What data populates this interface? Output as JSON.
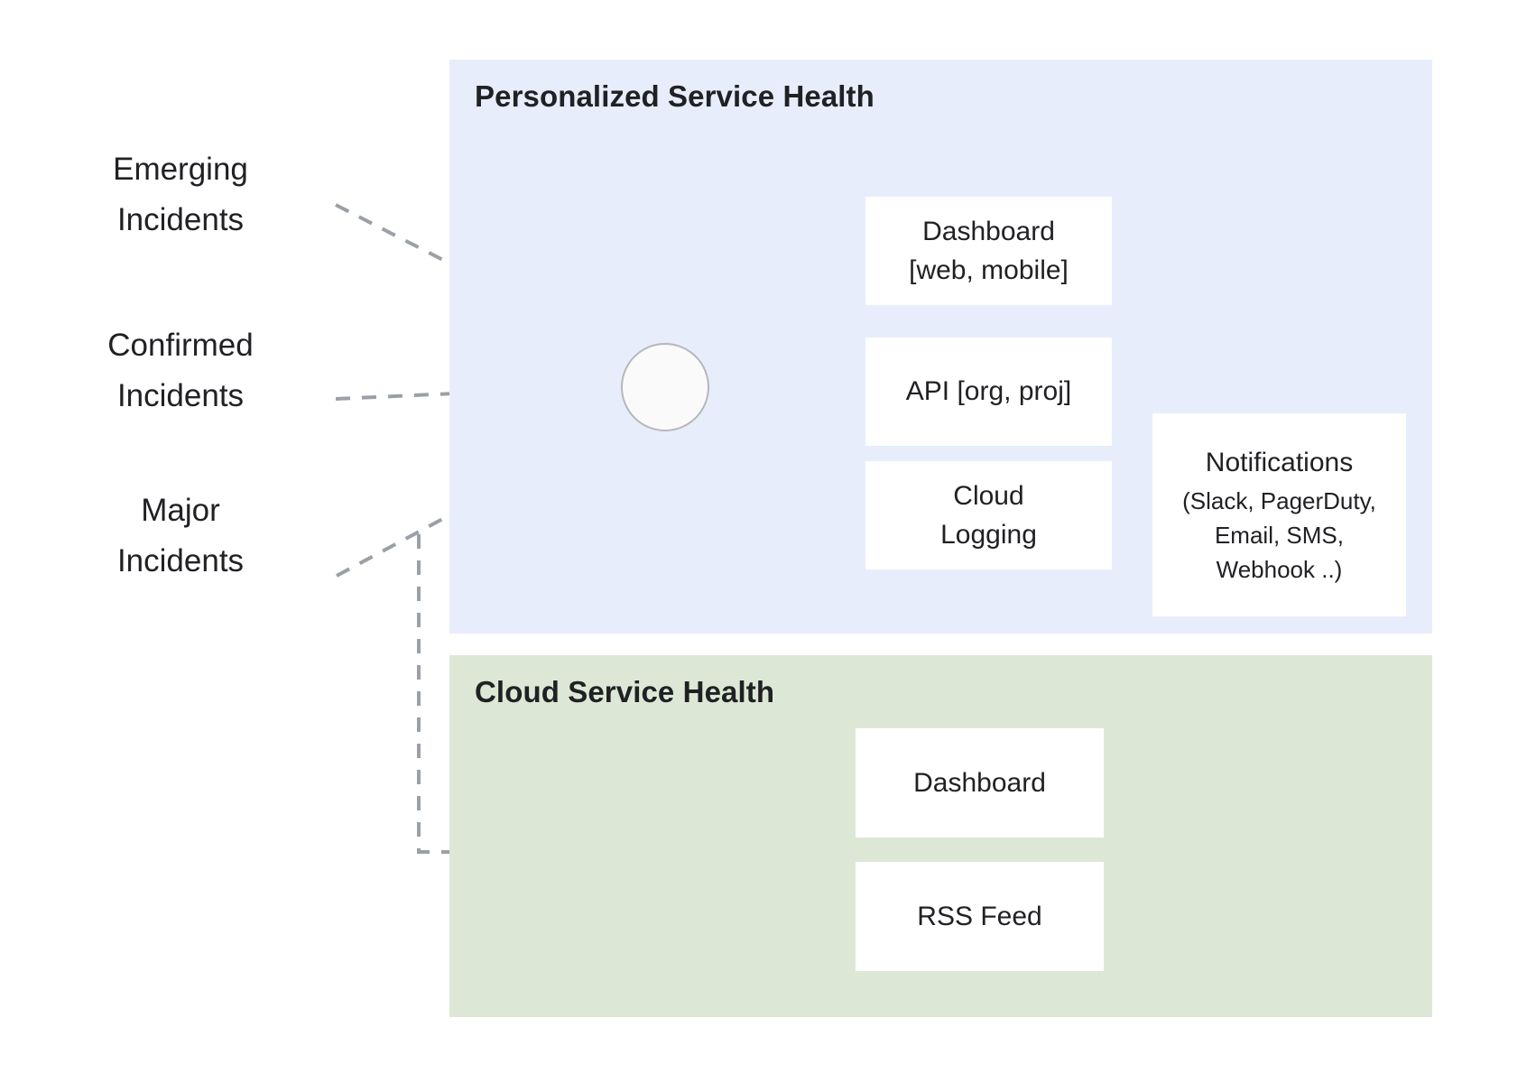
{
  "panels": {
    "personalized": {
      "title": "Personalized Service Health",
      "background": "#e8edfb",
      "boxes": {
        "dashboard": "Dashboard\n[web, mobile]",
        "api": "API [org, proj]",
        "cloud_logging": "Cloud\nLogging",
        "notifications_title": "Notifications",
        "notifications_sub": "(Slack, PagerDuty,\nEmail, SMS,\nWebhook ..)"
      }
    },
    "cloud": {
      "title": "Cloud Service Health",
      "background": "#dce8d5",
      "boxes": {
        "dashboard": "Dashboard",
        "rss": "RSS Feed"
      }
    }
  },
  "inputs": [
    {
      "id": "emerging",
      "label": "Emerging\nIncidents"
    },
    {
      "id": "confirmed",
      "label": "Confirmed\nIncidents"
    },
    {
      "id": "major",
      "label": "Major\nIncidents"
    }
  ],
  "colors": {
    "solid_connector": "#5f6368",
    "dashed_connector": "#9aa0a6",
    "light_connector": "#bdc1c6",
    "box_fill": "#ffffff",
    "hub_fill": "#fafafa",
    "hub_stroke": "#b5b7ba",
    "text": "#202124"
  },
  "diagram": {
    "hub_node_label": "",
    "flows": [
      {
        "from": "Emerging Incidents",
        "to": "hub",
        "style": "dashed"
      },
      {
        "from": "Confirmed Incidents",
        "to": "hub",
        "style": "dashed"
      },
      {
        "from": "Major Incidents",
        "to": "hub",
        "style": "dashed"
      },
      {
        "from": "Major Incidents",
        "to": "Cloud Service Health",
        "style": "dashed"
      },
      {
        "from": "hub",
        "to": "Dashboard [web, mobile]",
        "style": "solid"
      },
      {
        "from": "hub",
        "to": "API [org, proj]",
        "style": "solid"
      },
      {
        "from": "hub",
        "to": "Cloud Logging",
        "style": "solid"
      },
      {
        "from": "Cloud Logging",
        "to": "Notifications",
        "style": "solid-light"
      },
      {
        "from": "Cloud Service Health inlet",
        "to": "Dashboard",
        "style": "bracket"
      },
      {
        "from": "Cloud Service Health inlet",
        "to": "RSS Feed",
        "style": "bracket"
      }
    ]
  }
}
